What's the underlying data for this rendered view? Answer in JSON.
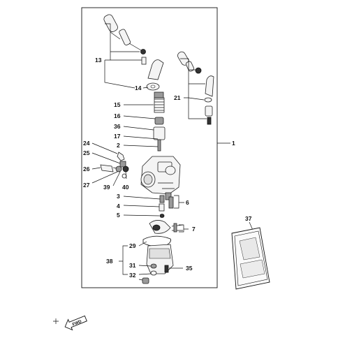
{
  "diagram": {
    "callouts": {
      "c1": "1",
      "c2": "2",
      "c3": "3",
      "c4": "4",
      "c5": "5",
      "c6": "6",
      "c7": "7",
      "c13": "13",
      "c14": "14",
      "c15": "15",
      "c16": "16",
      "c17": "17",
      "c21": "21",
      "c24": "24",
      "c25": "25",
      "c26": "26",
      "c27": "27",
      "c29": "29",
      "c31": "31",
      "c32": "32",
      "c35": "35",
      "c36": "36",
      "c37": "37",
      "c38": "38",
      "c39": "39",
      "c40": "40"
    },
    "badge_text": "FWD"
  }
}
